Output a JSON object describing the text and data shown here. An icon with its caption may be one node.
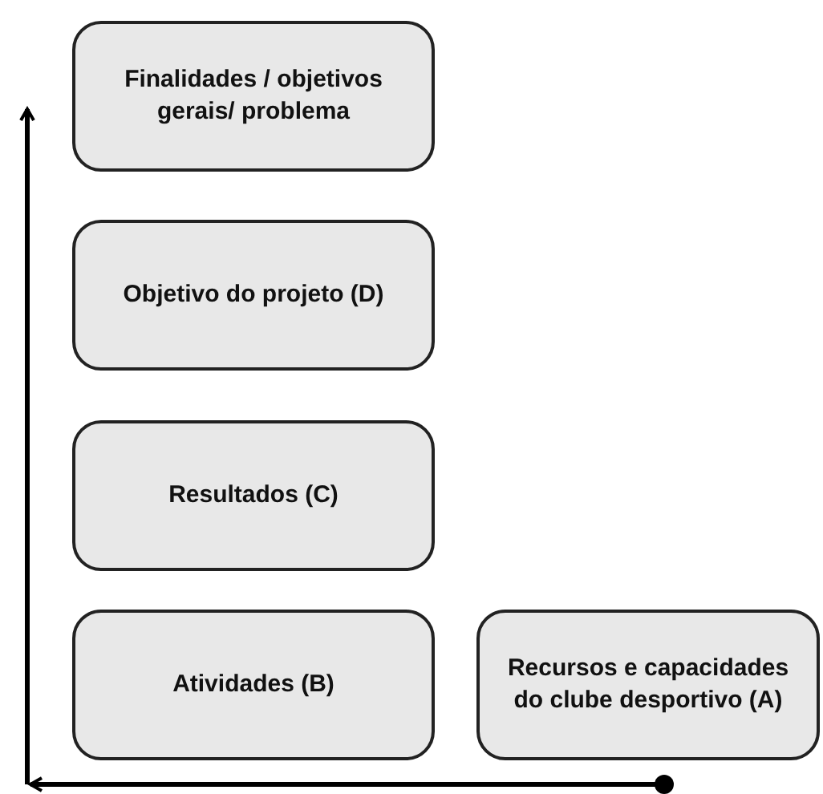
{
  "diagram": {
    "nodes": [
      {
        "text": [
          "Finalidades / objetivos gerais/ problema"
        ]
      },
      {
        "text": [
          "Objetivo do projeto (D)"
        ]
      },
      {
        "text": [
          "Resultados (C)"
        ]
      },
      {
        "text": [
          "Atividades (B)"
        ]
      },
      {
        "text": [
          "Recursos e capacidades do clube desportivo (A)"
        ]
      }
    ]
  }
}
